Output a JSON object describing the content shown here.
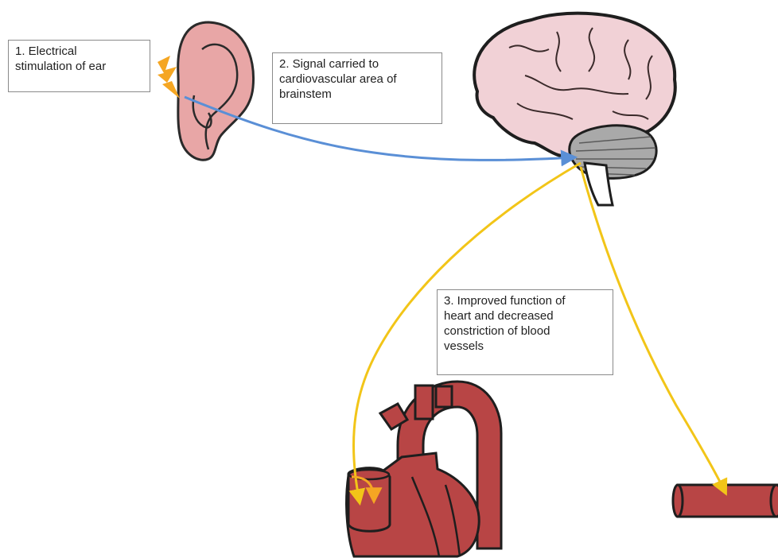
{
  "labels": {
    "step1": [
      "1. Electrical",
      "stimulation of ear"
    ],
    "step2": [
      "2. Signal carried to",
      "cardiovascular area of",
      "brainstem"
    ],
    "step3": [
      "3. Improved function of",
      "heart and decreased",
      "constriction of blood",
      "vessels"
    ]
  },
  "colors": {
    "blue_arrow": "#5a8fd6",
    "yellow_arrow": "#f2c518",
    "lightning": "#f5a623",
    "ear_fill": "#e8a6a6",
    "brain_fill": "#f1d1d6",
    "cerebellum_fill": "#a9a9a9",
    "heart_fill": "#b84545",
    "vessel_fill": "#b84545"
  },
  "icons": [
    "ear-icon",
    "lightning-icon",
    "brain-icon",
    "heart-icon",
    "blood-vessel-icon"
  ]
}
